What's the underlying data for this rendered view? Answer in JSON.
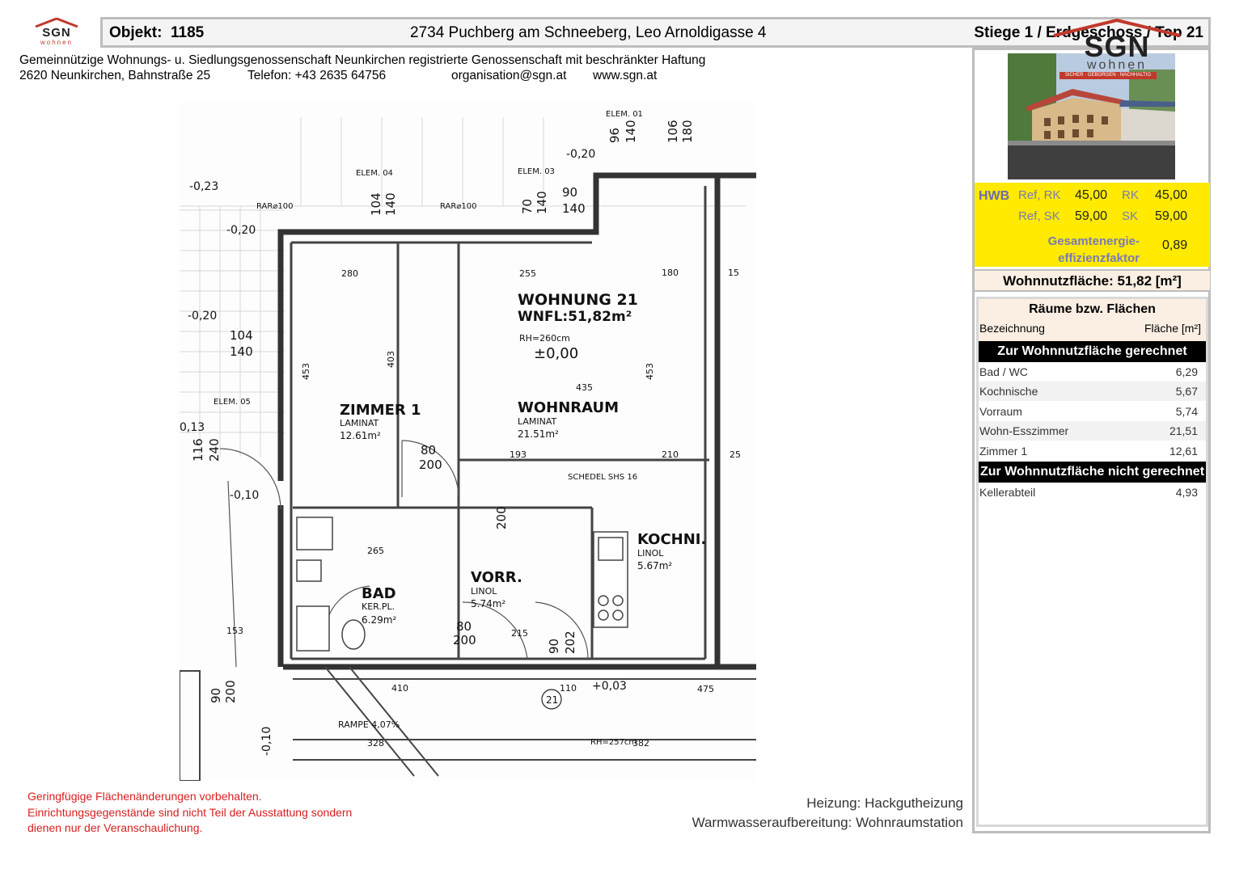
{
  "header": {
    "logo_text": "SGN",
    "logo_sub": "wohnen",
    "objekt_label": "Objekt:",
    "objekt_number": "1185",
    "address": "2734 Puchberg am Schneeberg, Leo Arnoldigasse 4",
    "stiege": "Stiege 1 / Erdgeschoss / Top 21"
  },
  "organisation": {
    "name": "Gemeinnützige Wohnungs- u. Siedlungsgenossenschaft Neunkirchen registrierte Genossenschaft mit beschränkter Haftung",
    "street": "2620 Neunkirchen, Bahnstraße 25",
    "phone": "Telefon: +43 2635 64756",
    "email": "organisation@sgn.at",
    "web": "www.sgn.at"
  },
  "brand_logo": {
    "text": "SGN",
    "sub": "wohnen",
    "tagline": "SICHER · GEBORGEN · NACHHALTIG"
  },
  "hwb": {
    "label": "HWB",
    "ref_rk_label": "Ref, RK",
    "ref_rk_value": "45,00",
    "rk_label": "RK",
    "rk_value": "45,00",
    "ref_sk_label": "Ref, SK",
    "ref_sk_value": "59,00",
    "sk_label": "SK",
    "sk_value": "59,00",
    "fgee_label_1": "Gesamtenergie-",
    "fgee_label_2": "effizienzfaktor fGEE",
    "fgee_value": "0,89"
  },
  "wohnnutzflaeche": "Wohnnutzfläche: 51,82 [m²]",
  "rooms": {
    "title": "Räume bzw. Flächen",
    "col_name": "Bezeichnung",
    "col_area": "Fläche [m²]",
    "section_included": "Zur Wohnnutzfläche gerechnet",
    "included": [
      {
        "name": "Bad / WC",
        "area": "6,29"
      },
      {
        "name": "Kochnische",
        "area": "5,67"
      },
      {
        "name": "Vorraum",
        "area": "5,74"
      },
      {
        "name": "Wohn-Esszimmer",
        "area": "21,51"
      },
      {
        "name": "Zimmer 1",
        "area": "12,61"
      }
    ],
    "section_excluded": "Zur Wohnnutzfläche nicht gerechnet",
    "excluded": [
      {
        "name": "Kellerabteil",
        "area": "4,93"
      }
    ]
  },
  "plan": {
    "wohnung": "WOHNUNG 21",
    "wnfl": "WNFL:51,82m²",
    "rh": "RH=260cm",
    "level": "±0,00",
    "zimmer": "ZIMMER 1",
    "zimmer_floor": "LAMINAT",
    "zimmer_area": "12.61m²",
    "wohnraum": "WOHNRAUM",
    "wohnraum_floor": "LAMINAT",
    "wohnraum_area": "21.51m²",
    "bad": "BAD",
    "bad_floor": "KER.PL.",
    "bad_area": "6.29m²",
    "vorr": "VORR.",
    "vorr_floor": "LINOL",
    "vorr_area": "5.74m²",
    "kochni": "KOCHNI.",
    "kochni_floor": "LINOL",
    "kochni_area": "5.67m²",
    "rampe": "RAMPE 4,07%",
    "top_number": "21",
    "dims": {
      "d280": "280",
      "d255": "255",
      "d180": "180",
      "d435": "435",
      "d453": "453",
      "d403": "403",
      "d193": "193",
      "d210": "210",
      "d265": "265",
      "d410": "410",
      "d328": "328",
      "d153": "153",
      "d104": "104",
      "d140": "140",
      "d90": "90",
      "d70": "70",
      "d96": "96",
      "d106": "106",
      "d80": "80",
      "d200": "200",
      "d202": "202",
      "d215": "215",
      "d116": "116",
      "d240": "240",
      "d110": "110",
      "d475": "475",
      "d382": "382",
      "d15": "15",
      "d25": "25"
    },
    "levels": {
      "l023": "-0,23",
      "l020a": "-0,20",
      "l020b": "-0,20",
      "l020c": "-0,20",
      "l010a": "-0,10",
      "l010b": "-0,10",
      "l013": "0,13",
      "l003": "+0,03"
    },
    "notes": {
      "rar1": "RAR⌀100",
      "rar2": "RAR⌀100",
      "elem01": "ELEM. 01",
      "elem03": "ELEM. 03",
      "elem04": "ELEM. 04",
      "elem05": "ELEM. 05",
      "schedel": "SCHEDEL SHS 16",
      "rh257": "RH=257cm"
    }
  },
  "disclaimer": {
    "line1": "Geringfügige Flächenänderungen vorbehalten.",
    "line2": "Einrichtungsgegenstände sind nicht Teil der Ausstattung sondern",
    "line3": "dienen nur der Veranschaulichung."
  },
  "heating": {
    "heizung": "Heizung: Hackgutheizung",
    "warmwasser": "Warmwasseraufbereitung: Wohnraumstation"
  }
}
